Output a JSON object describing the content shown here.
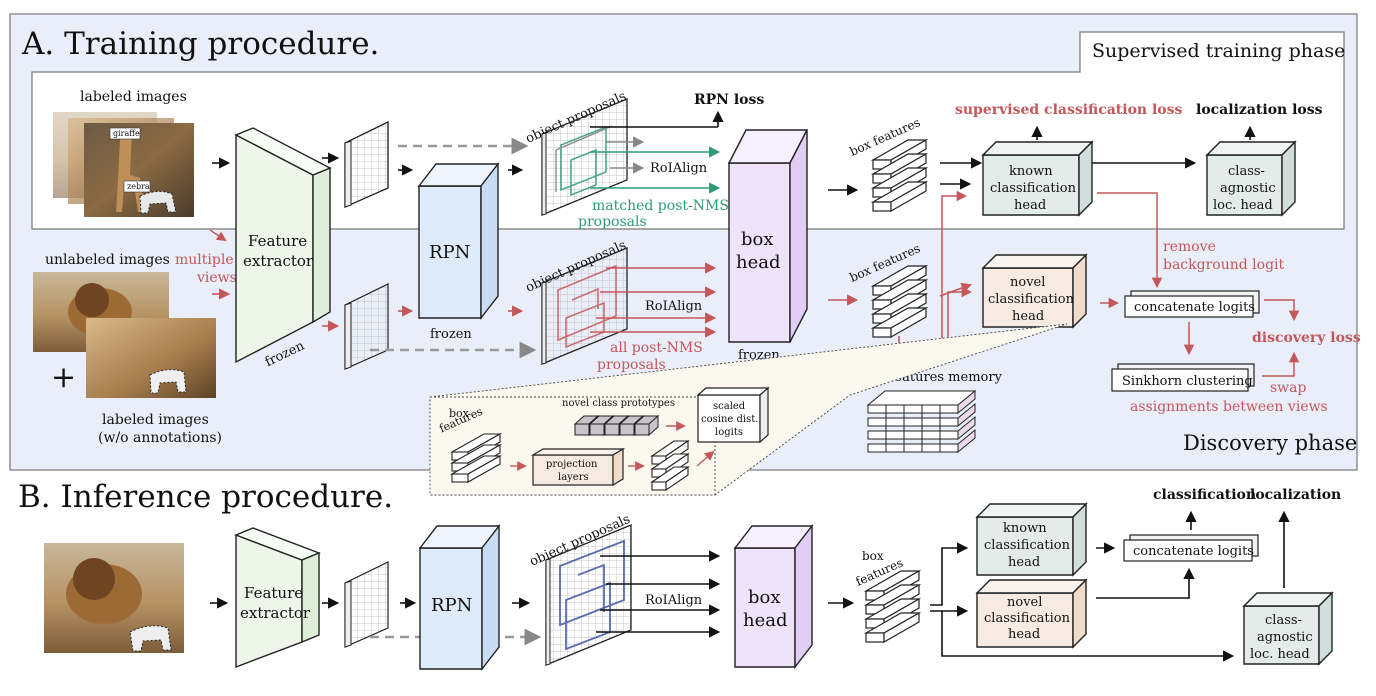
{
  "sections": {
    "training_title": "A. Training procedure.",
    "inference_title": "B. Inference procedure.",
    "supervised_phase": "Supervised training phase",
    "discovery_phase": "Discovery phase"
  },
  "training": {
    "labeled_images": "labeled images",
    "img_labels": [
      "giraffe",
      "zebra"
    ],
    "unlabeled_images": "unlabeled images",
    "plus": "+",
    "labeled_wo_line1": "labeled images",
    "labeled_wo_line2": "(w/o annotations)",
    "multiple_views_line1": "multiple",
    "multiple_views_line2": "views",
    "feature_extractor_line1": "Feature",
    "feature_extractor_line2": "extractor",
    "frozen": "frozen",
    "rpn": "RPN",
    "rpn_frozen": "frozen",
    "object_proposals_top": "object proposals",
    "object_proposals_bottom": "object proposals",
    "rpn_loss": "RPN loss",
    "roialign_top": "RoIAlign",
    "roialign_bottom": "RoIAlign",
    "matched_line1": "matched post-NMS",
    "matched_line2": "proposals",
    "all_nms_line1": "all post-NMS",
    "all_nms_line2": "proposals",
    "box_head_line1": "box",
    "box_head_line2": "head",
    "box_head_frozen": "frozen",
    "box_features_top": "box features",
    "box_features_bottom": "box features",
    "box_features_memory": "box features memory",
    "supervised_loss": "supervised classification loss",
    "localization_loss": "localization loss",
    "known_head": [
      "known",
      "classification",
      "head"
    ],
    "class_agnostic_head": [
      "class-",
      "agnostic",
      "loc. head"
    ],
    "novel_head": [
      "novel",
      "classification",
      "head"
    ],
    "remove_bg_line1": "remove",
    "remove_bg_line2": "background logit",
    "concatenate_logits": "concatenate logits",
    "discovery_loss": "discovery loss",
    "sinkhorn": "Sinkhorn clustering",
    "swap_line1": "swap",
    "swap_line2": "assignments between views",
    "inset": {
      "box_features_line1": "box",
      "box_features_line2": "features",
      "prototypes": "novel class prototypes",
      "projection_line1": "projection",
      "projection_line2": "layers",
      "scaled_line1": "scaled",
      "scaled_line2": "cosine dist.",
      "scaled_line3": "logits"
    }
  },
  "inference": {
    "feature_extractor_line1": "Feature",
    "feature_extractor_line2": "extractor",
    "rpn": "RPN",
    "object_proposals": "object proposals",
    "roialign": "RoIAlign",
    "box_head_line1": "box",
    "box_head_line2": "head",
    "box_features_line1": "box",
    "box_features_line2": "features",
    "known_head": [
      "known",
      "classification",
      "head"
    ],
    "novel_head": [
      "novel",
      "classification",
      "head"
    ],
    "concatenate_logits": "concatenate logits",
    "classification": "classification",
    "localization": "localization",
    "class_agnostic_head": [
      "class-",
      "agnostic",
      "loc. head"
    ]
  },
  "colors": {
    "panel_bg": "#e9eef9",
    "supervised_bg": "#ffffff",
    "feature_extractor": "#eef6ea",
    "rpn": "#ddebfb",
    "box_head": "#efe3fb",
    "known_head": "#e4ecea",
    "novel_head": "#f7ebe1",
    "red_arrow": "#c4575a",
    "green_arrow": "#2f9a78",
    "blue_proposals": "#4a5ea8"
  }
}
